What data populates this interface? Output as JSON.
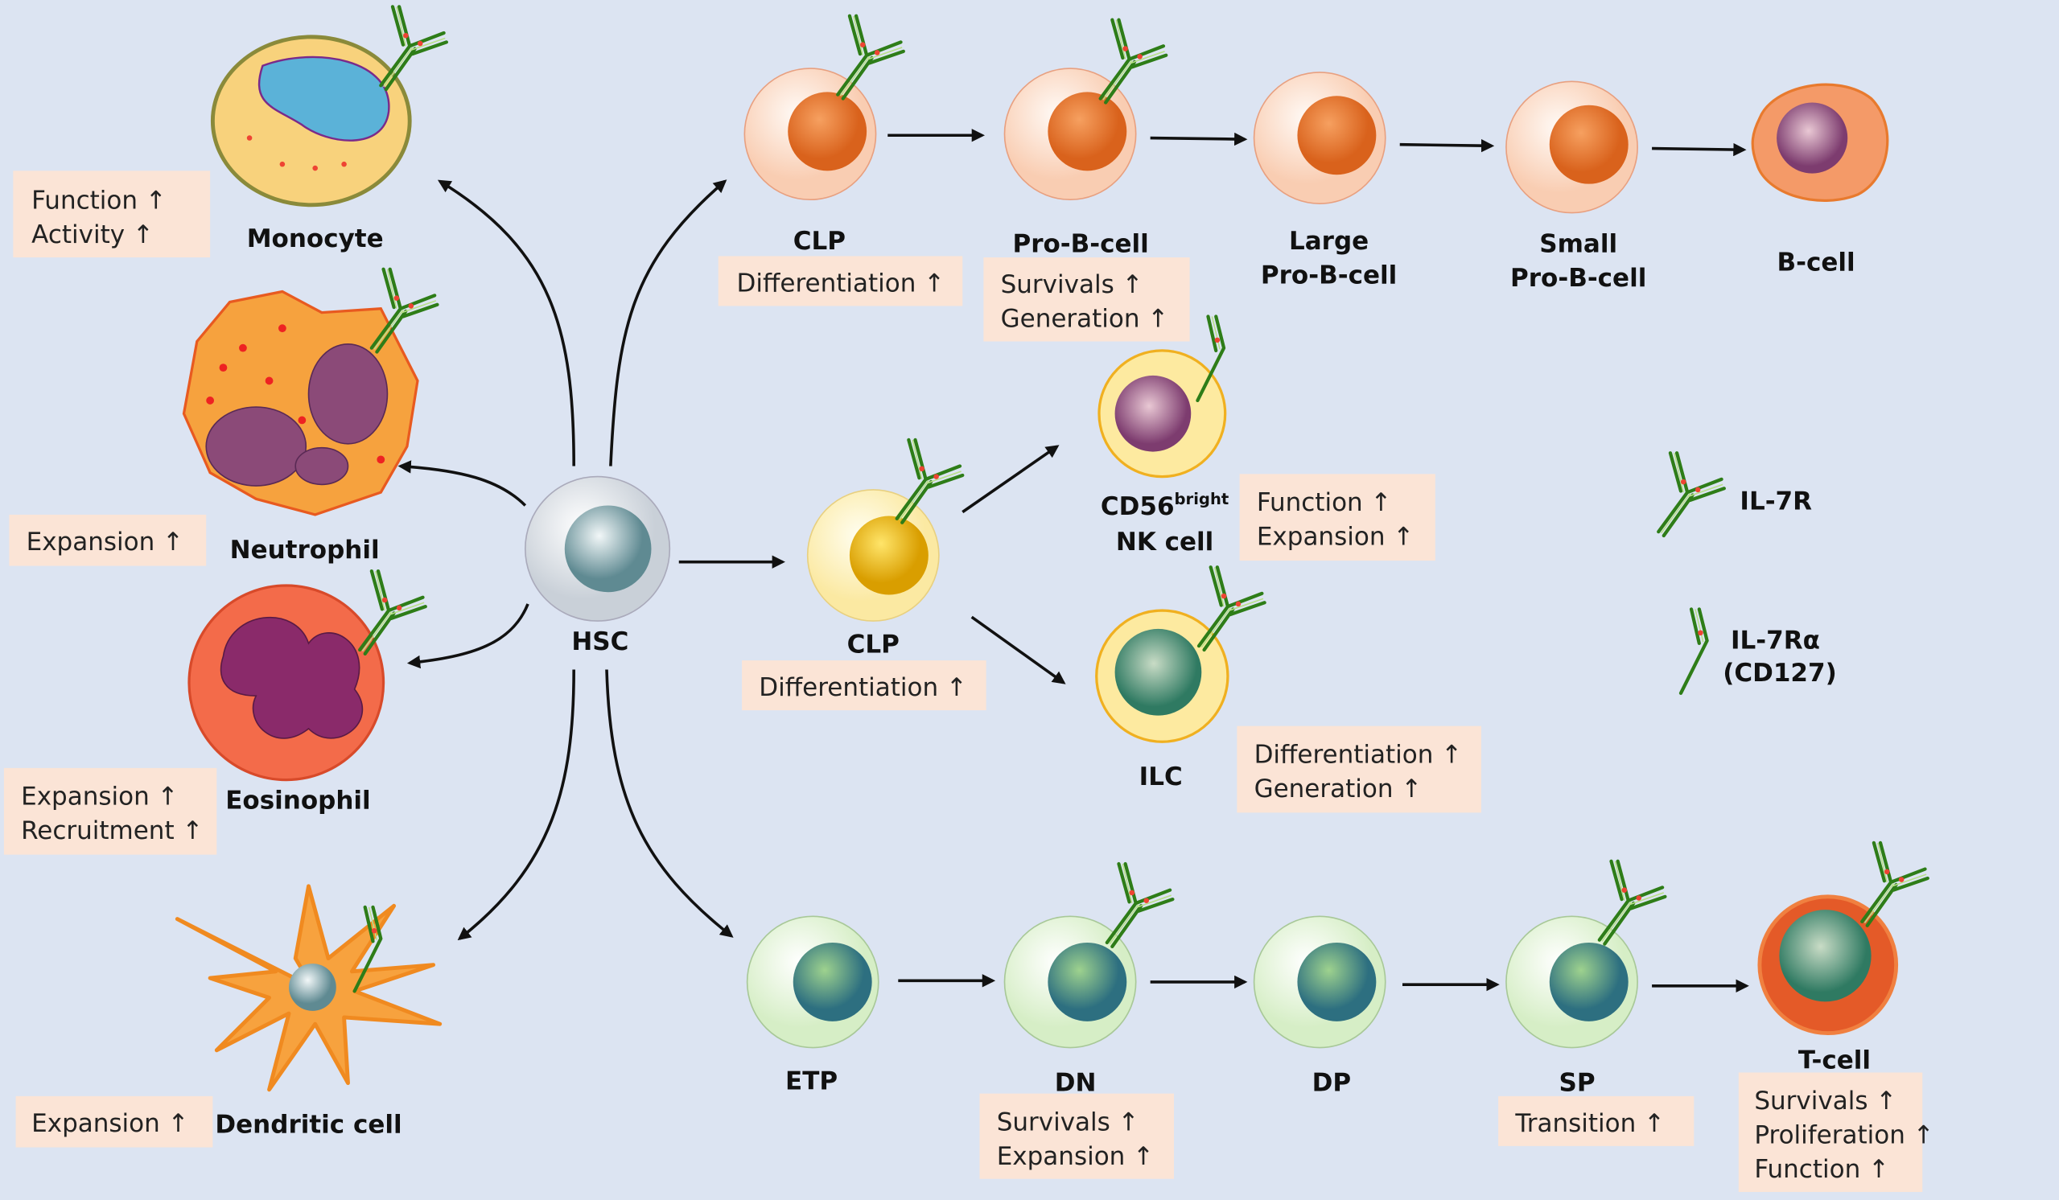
{
  "colors": {
    "background": "#dce4f2",
    "box": "#fbe4d6",
    "b_lineage": "#e87a2e",
    "t_lineage": "#3a8a8a",
    "receptor": "#2e7d18"
  },
  "hsc": {
    "label": "HSC"
  },
  "myeloid": [
    {
      "label": "Monocyte",
      "effects": [
        "Function ↑",
        "Activity ↑"
      ]
    },
    {
      "label": "Neutrophil",
      "effects": [
        "Expansion ↑"
      ]
    },
    {
      "label": "Eosinophil",
      "effects": [
        "Expansion ↑",
        "Recruitment ↑"
      ]
    },
    {
      "label": "Dendritic cell",
      "effects": [
        "Expansion ↑"
      ]
    }
  ],
  "b_lineage": [
    {
      "label": "CLP",
      "effects": [
        "Differentiation ↑"
      ]
    },
    {
      "label": "Pro-B-cell",
      "effects": [
        "Survivals ↑",
        "Generation ↑"
      ]
    },
    {
      "label_lines": [
        "Large",
        "Pro-B-cell"
      ]
    },
    {
      "label_lines": [
        "Small",
        "Pro-B-cell"
      ]
    },
    {
      "label": "B-cell"
    }
  ],
  "innate": {
    "clp": {
      "label": "CLP",
      "effects": [
        "Differentiation ↑"
      ]
    },
    "nk": {
      "label_main": "CD56",
      "label_sup": "bright",
      "label_line2": "NK cell",
      "effects": [
        "Function ↑",
        "Expansion ↑"
      ]
    },
    "ilc": {
      "label": "ILC",
      "effects": [
        "Differentiation ↑",
        "Generation ↑"
      ]
    }
  },
  "t_lineage": [
    {
      "label": "ETP"
    },
    {
      "label": "DN",
      "effects": [
        "Survivals ↑",
        "Expansion ↑"
      ]
    },
    {
      "label": "DP"
    },
    {
      "label": "SP",
      "effects": [
        "Transition ↑"
      ]
    },
    {
      "label": "T-cell",
      "effects": [
        "Survivals ↑",
        "Proliferation ↑",
        "Function ↑"
      ]
    }
  ],
  "legend": {
    "il7r": "IL-7R",
    "il7ra_line1": "IL-7Rα",
    "il7ra_line2": "(CD127)"
  }
}
